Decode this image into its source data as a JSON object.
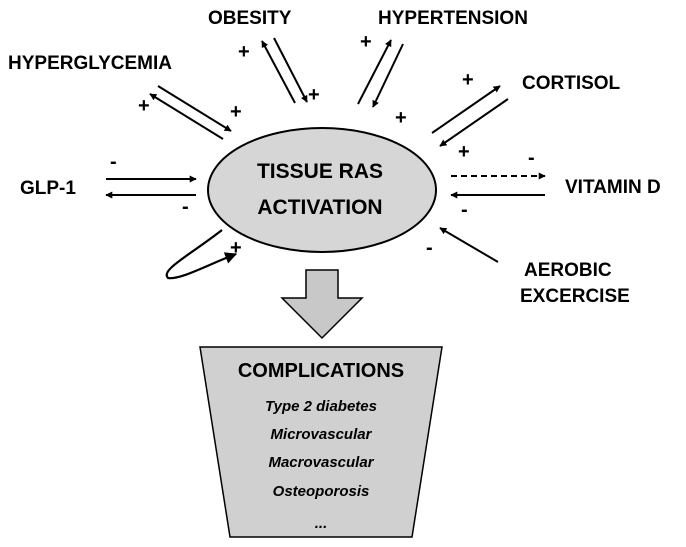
{
  "center": {
    "line1": "TISSUE RAS",
    "line2": "ACTIVATION"
  },
  "factors": {
    "obesity": "OBESITY",
    "hypertension": "HYPERTENSION",
    "hyperglycemia": "HYPERGLYCEMIA",
    "cortisol": "CORTISOL",
    "glp1": "GLP-1",
    "vitamin_d": "VITAMIN D",
    "aerobic_line1": "AEROBIC",
    "aerobic_line2": "EXCERCISE"
  },
  "signs": {
    "obesity_out": "+",
    "obesity_in": "+",
    "hypertension_out": "+",
    "hypertension_in": "+",
    "hyperglycemia_in": "+",
    "hyperglycemia_out": "+",
    "cortisol_out": "+",
    "cortisol_in": "+",
    "glp1_in": "-",
    "glp1_out": "-",
    "vitamin_d_out": "-",
    "vitamin_d_in": "-",
    "aerobic": "-",
    "self_loop": "+"
  },
  "complications": {
    "title": "COMPLICATIONS",
    "items": [
      "Type 2 diabetes",
      "Microvascular",
      "Macrovascular",
      "Osteoporosis",
      "..."
    ]
  },
  "colors": {
    "ellipse_fill": "#d6d6d6",
    "arrow_fill": "#c8c8c8",
    "funnel_fill": "#d0d0d0",
    "stroke": "#000000"
  }
}
